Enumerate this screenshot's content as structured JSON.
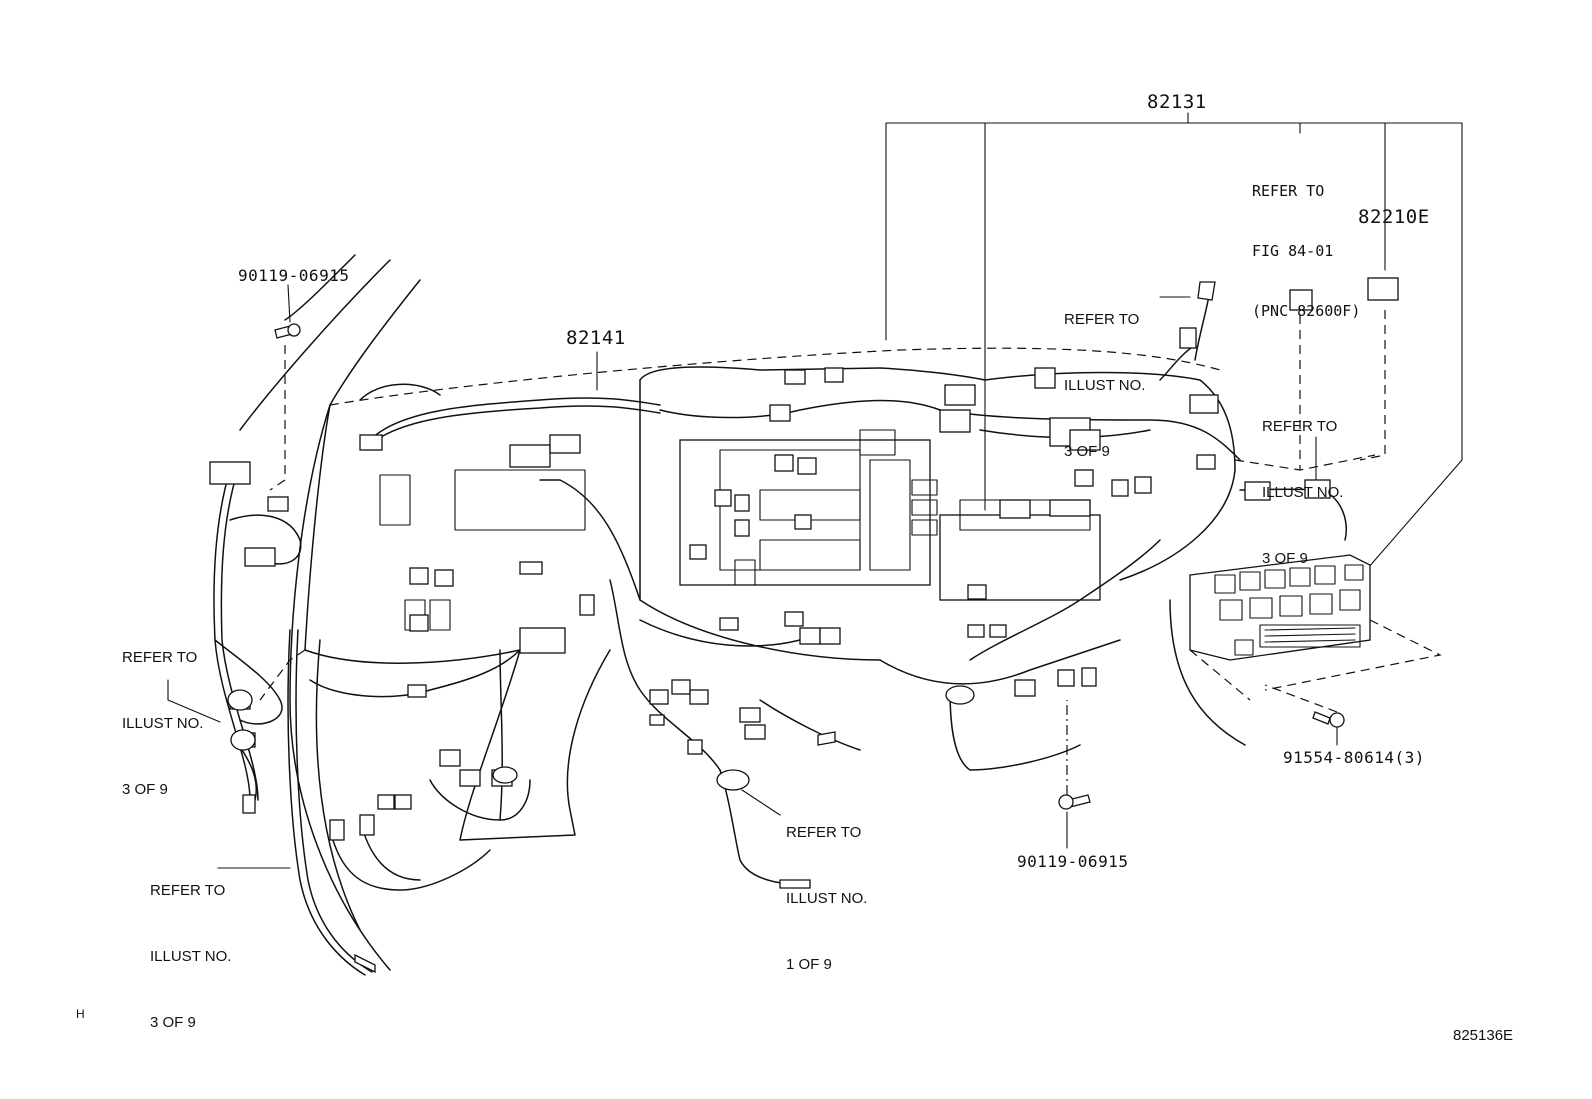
{
  "parts": {
    "p82131": "82131",
    "p82141": "82141",
    "p82210E": "82210E",
    "bolt_tl": "90119-06915",
    "bolt_bc": "90119-06915",
    "bolt_br": "91554-80614(3)"
  },
  "refs": {
    "fig": [
      "REFER TO",
      "FIG 84-01",
      "(PNC 82600F)"
    ],
    "top_mid": [
      "REFER TO",
      "ILLUST NO.",
      "3 OF 9"
    ],
    "right_mid": [
      "REFER TO",
      "ILLUST NO.",
      "3 OF 9"
    ],
    "left_mid": [
      "REFER TO",
      "ILLUST NO.",
      "3 OF 9"
    ],
    "left_low": [
      "REFER TO",
      "ILLUST NO.",
      "3 OF 9"
    ],
    "center_low": [
      "REFER TO",
      "ILLUST NO.",
      "1 OF 9"
    ]
  },
  "corner_mark": "H",
  "figure_id": "825136E"
}
